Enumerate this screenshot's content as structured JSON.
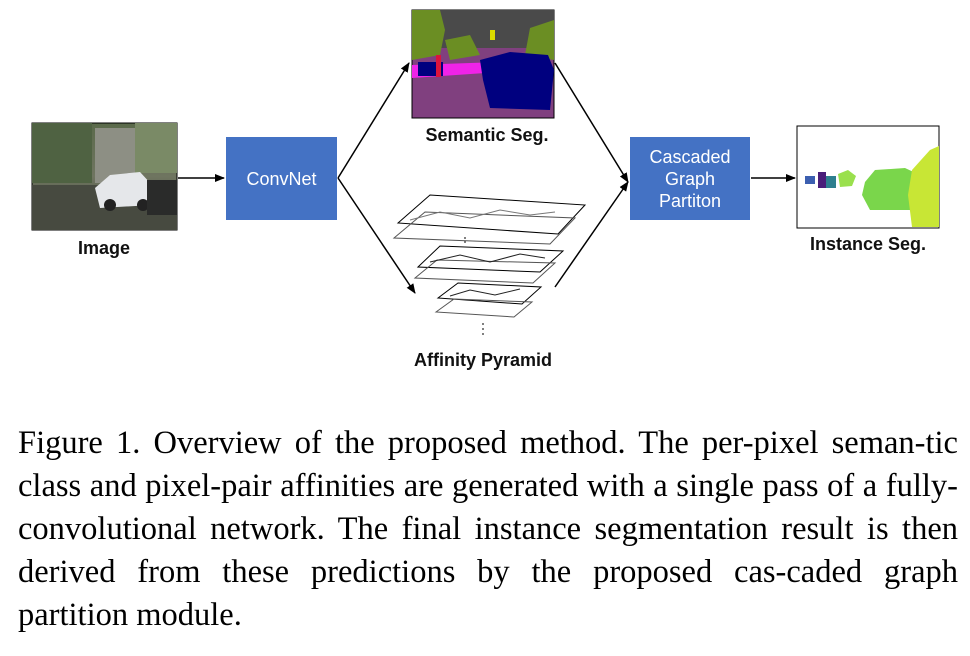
{
  "diagram": {
    "nodes": {
      "image": {
        "label": "Image"
      },
      "convnet": {
        "label": "ConvNet"
      },
      "semantic": {
        "label": "Semantic Seg."
      },
      "affinity": {
        "label": "Affinity Pyramid"
      },
      "cascaded": {
        "lines": [
          "Cascaded",
          "Graph",
          "Partiton"
        ]
      },
      "instance": {
        "label": "Instance Seg."
      }
    },
    "colors": {
      "box_fill": "#4472C4",
      "box_text": "#ffffff",
      "arrow": "#000000",
      "seg_sky": "#4a4a4a",
      "seg_road": "#80407f",
      "seg_vegetation": "#6b8e23",
      "seg_car": "#00007f",
      "seg_person": "#dc143c",
      "seg_sidewalk": "#f023e8",
      "inst_green": "#7ad64b",
      "inst_lime": "#c8e635",
      "inst_purple": "#4a1e7a"
    }
  },
  "caption": {
    "text": "Figure 1. Overview of the proposed method. The per-pixel seman-tic class and pixel-pair affinities are generated with a single pass of a fully-convolutional network. The final instance segmentation result is then derived from these predictions by the proposed cas-caded graph partition module."
  }
}
